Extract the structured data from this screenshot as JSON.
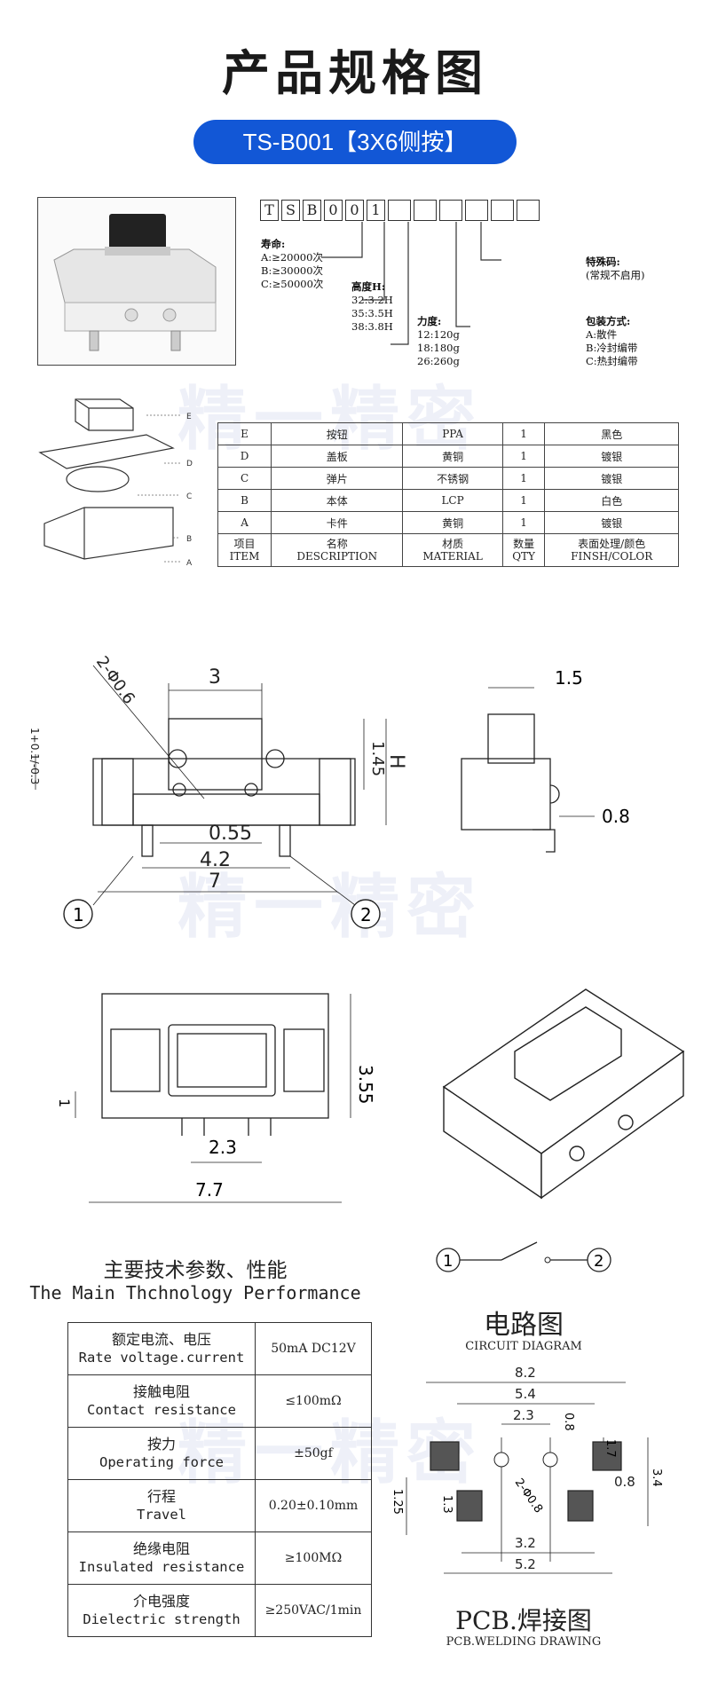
{
  "header": {
    "title": "产品规格图",
    "model": "TS-B001【3X6侧按】"
  },
  "code": {
    "chars": [
      "T",
      "S",
      "B",
      "0",
      "0",
      "1"
    ],
    "blank_count": 6,
    "life": {
      "label": "寿命:",
      "options": [
        "A:≥20000次",
        "B:≥30000次",
        "C:≥50000次"
      ]
    },
    "height": {
      "label": "高度H:",
      "options": [
        "32:3.2H",
        "35:3.5H",
        "38:3.8H"
      ]
    },
    "force": {
      "label": "力度:",
      "options": [
        "12:120g",
        "18:180g",
        "26:260g"
      ]
    },
    "packing": {
      "label": "包装方式:",
      "options": [
        "A:散件",
        "B:冷封编带",
        "C:热封编带"
      ]
    },
    "special": {
      "label": "特殊码:",
      "note": "(常规不启用)"
    }
  },
  "watermark": "精一精密",
  "exploded_labels": [
    "E",
    "D",
    "C",
    "B",
    "A"
  ],
  "bom": {
    "rows": [
      [
        "E",
        "按钮",
        "PPA",
        "1",
        "黑色"
      ],
      [
        "D",
        "盖板",
        "黄铜",
        "1",
        "镀银"
      ],
      [
        "C",
        "弹片",
        "不锈钢",
        "1",
        "镀银"
      ],
      [
        "B",
        "本体",
        "LCP",
        "1",
        "白色"
      ],
      [
        "A",
        "卡件",
        "黄铜",
        "1",
        "镀银"
      ]
    ],
    "header": [
      [
        "项目",
        "ITEM"
      ],
      [
        "名称",
        "DESCRIPTION"
      ],
      [
        "材质",
        "MATERIAL"
      ],
      [
        "数量",
        "QTY"
      ],
      [
        "表面处理/颜色",
        "FINSH/COLOR"
      ]
    ]
  },
  "dims_front": {
    "d3": "3",
    "holes": "2-Φ0.6",
    "tol": "1+0.1/-0.3",
    "h145": "1.45",
    "H": "H",
    "d055": "0.55",
    "d42": "4.2",
    "d7": "7",
    "m1": "1",
    "m2": "2"
  },
  "dims_side": {
    "d15": "1.5",
    "d08": "0.8"
  },
  "dims_top": {
    "d355": "3.55",
    "d1": "1",
    "d23": "2.3",
    "d77": "7.7"
  },
  "performance": {
    "title": "主要技术参数、性能",
    "subtitle": "The Main Thchnology Performance",
    "rows": [
      {
        "cn": "额定电流、电压",
        "en": "Rate voltage.current",
        "value": "50mA DC12V"
      },
      {
        "cn": "接触电阻",
        "en": "Contact resistance",
        "value": "≤100mΩ"
      },
      {
        "cn": "按力",
        "en": "Operating force",
        "value": "±50gf"
      },
      {
        "cn": "行程",
        "en": "Travel",
        "value": "0.20±0.10mm"
      },
      {
        "cn": "绝缘电阻",
        "en": "Insulated resistance",
        "value": "≥100MΩ"
      },
      {
        "cn": "介电强度",
        "en": "Dielectric strength",
        "value": "≥250VAC/1min"
      }
    ]
  },
  "circuit": {
    "title": "电路图",
    "subtitle": "CIRCUIT DIAGRAM",
    "n1": "1",
    "n2": "2"
  },
  "pcb": {
    "title": "PCB.焊接图",
    "subtitle": "PCB.WELDING DRAWING",
    "d82": "8.2",
    "d54": "5.4",
    "d23": "2.3",
    "d08a": "0.8",
    "d17": "1.7",
    "d34": "3.4",
    "d08b": "0.8",
    "d125": "1.25",
    "d13": "1.3",
    "holes": "2-Φ0.8",
    "d32": "3.2",
    "d52": "5.2"
  }
}
